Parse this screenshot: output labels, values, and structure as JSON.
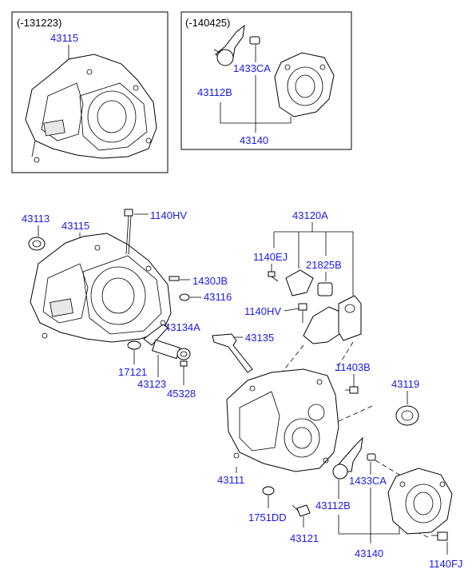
{
  "inset_left": {
    "date_code": "(-131223)",
    "part_label": "43115"
  },
  "inset_right": {
    "date_code": "(-140425)",
    "labels": {
      "p43112B": "43112B",
      "p1433CA": "1433CA",
      "p43140": "43140"
    }
  },
  "main": {
    "labels": {
      "p43113": "43113",
      "p43115": "43115",
      "p1140HV_top": "1140HV",
      "p1430JB": "1430JB",
      "p43116": "43116",
      "p43134A": "43134A",
      "p17121": "17121",
      "p43123": "43123",
      "p45328": "45328",
      "p43120A": "43120A",
      "p1140EJ": "1140EJ",
      "p21825B": "21825B",
      "p1140HV_mid": "1140HV",
      "p43135": "43135",
      "p11403B": "11403B",
      "p43119": "43119",
      "p43111": "43111",
      "p1751DD": "1751DD",
      "p43121": "43121",
      "p43112B": "43112B",
      "p1433CA": "1433CA",
      "p43140": "43140",
      "p1140FJ": "1140FJ"
    }
  },
  "colors": {
    "label": "#1a1ae6",
    "line": "#000000",
    "background": "#ffffff"
  }
}
